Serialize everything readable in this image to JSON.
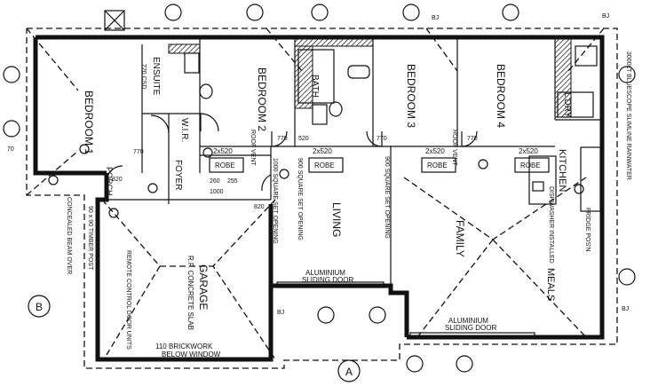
{
  "rooms": {
    "bedroom1": "BEDROOM 1",
    "ensuite": "ENSUITE",
    "wir": "W.I.R.",
    "foyer": "FOYER",
    "bedroom2": "BEDROOM 2",
    "bath": "BATH",
    "bedroom3": "BEDROOM 3",
    "bedroom4": "BEDROOM 4",
    "laundry": "L'DRY",
    "kitchen": "KITCHEN",
    "living": "LIVING",
    "family": "FAMILY",
    "meals": "MEALS",
    "garage": "GARAGE",
    "garage_slab": "R.F. CONCRETE SLAB",
    "porch": "PORCH"
  },
  "notes": {
    "robe": "ROBE",
    "robe_size": "2x520",
    "aluminium": "ALUMINIUM",
    "sliding_door": "SLIDING DOOR",
    "brickwork": "110 BRICKWORK",
    "below_window": "BELOW WINDOW",
    "remote_doors": "REMOTE CONTROL DOOR UNITS",
    "timber_post": "90 x 90 TIMBER POST",
    "concealed_beam": "CONCEALED BEAM OVER",
    "set_opening_1000": "1000 SQUARE SET OPENING",
    "set_opening_900": "900 SQUARE SET OPENING",
    "dishwasher": "DISHWASHER INSTALLED",
    "fridge": "FRIDGE POS'N",
    "rainwater_tank": "3000LT BLUESCOPE SLIMLINE RAINWATER",
    "roof_vent": "ROOF VENT"
  },
  "dims": {
    "csd720": "720 CSD",
    "d770": "770",
    "d820": "820",
    "d520": "520",
    "d260": "260",
    "d255": "255",
    "d1000": "1000",
    "d70": "70"
  },
  "markers": {
    "a": "A",
    "b": "B",
    "bj": "BJ"
  }
}
